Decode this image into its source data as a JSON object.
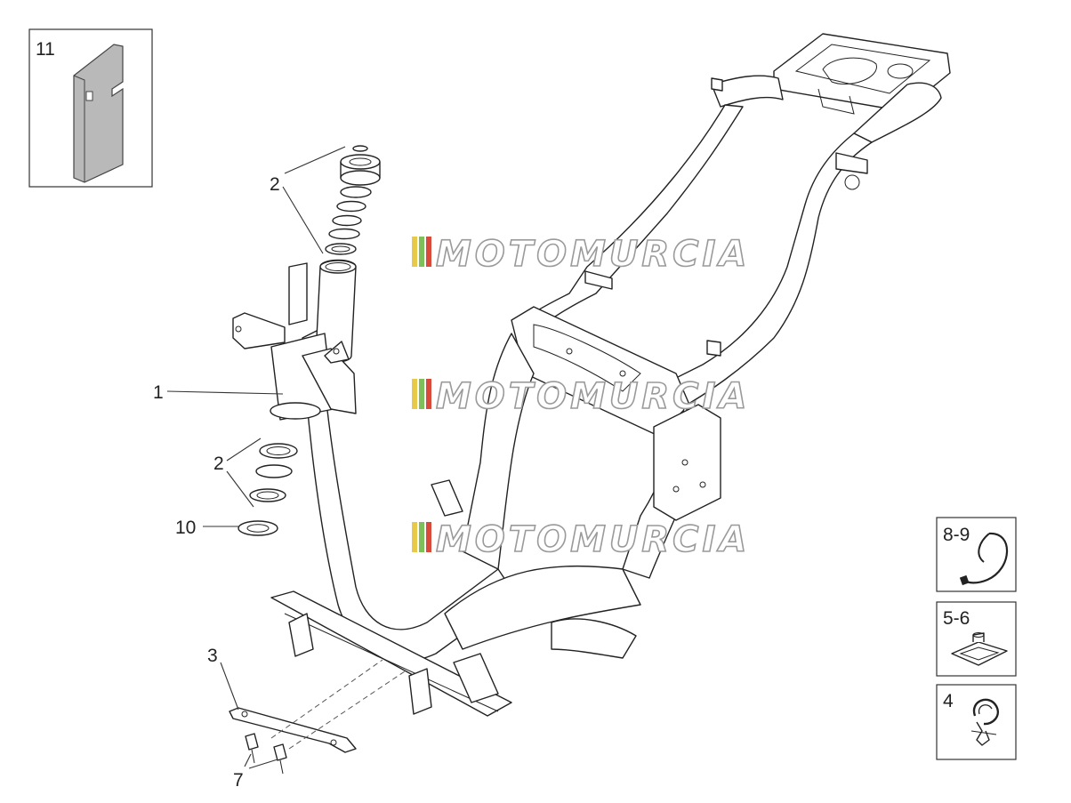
{
  "callouts": {
    "c1": "1",
    "c2_top": "2",
    "c2_bottom": "2",
    "c3": "3",
    "c7": "7",
    "c10": "10"
  },
  "insets": {
    "i11": "11",
    "i89": "8-9",
    "i56": "5-6",
    "i4": "4"
  },
  "watermark": {
    "text": "MOTOMURCIA",
    "stripe_colors": [
      "#e8c94a",
      "#7fbf5a",
      "#d94a3a"
    ]
  }
}
